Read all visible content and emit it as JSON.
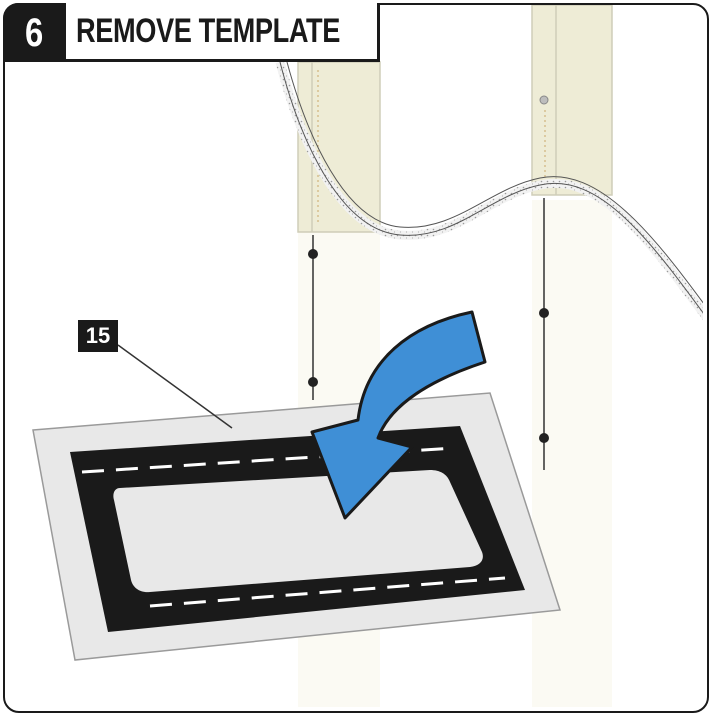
{
  "step": {
    "number": "6",
    "title": "REMOVE TEMPLATE"
  },
  "callout": {
    "part_number": "15"
  },
  "colors": {
    "frame": "#1a1a1a",
    "stud_fill": "#eeecd6",
    "stud_edge": "#cfcdb8",
    "drywall_edge": "#d8d8d8",
    "template_outer": "#e8e8e8",
    "template_band": "#1a1a1a",
    "template_inner": "#e8e8e8",
    "arrow": "#3f8fd6",
    "arrow_outline": "#1a1a1a"
  }
}
